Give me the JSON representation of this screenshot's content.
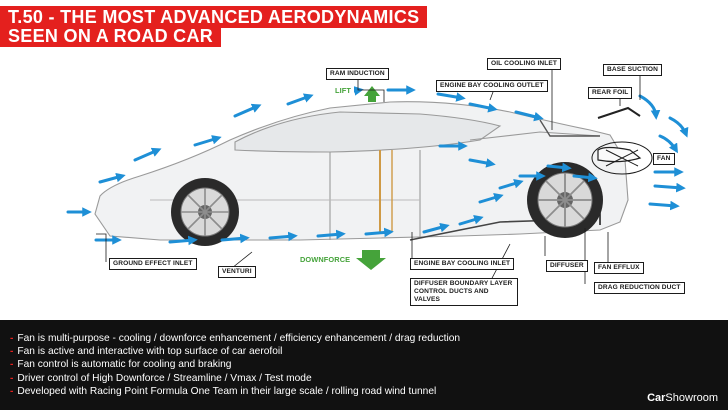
{
  "title": {
    "line1": "T.50 - THE MOST ADVANCED AERODYNAMICS",
    "line2": "SEEN ON A ROAD CAR"
  },
  "labels": {
    "ram_induction": "RAM INDUCTION",
    "lift": "LIFT",
    "oil_cooling_inlet": "OIL COOLING INLET",
    "engine_bay_cooling_outlet": "ENGINE BAY COOLING OUTLET",
    "base_suction": "BASE SUCTION",
    "rear_foil": "REAR FOIL",
    "fan": "FAN",
    "ground_effect_inlet": "GROUND EFFECT INLET",
    "venturi": "VENTURI",
    "downforce": "DOWNFORCE",
    "engine_bay_cooling_inlet": "ENGINE BAY COOLING INLET",
    "diffuser": "DIFFUSER",
    "fan_efflux": "FAN EFFLUX",
    "diffuser_boundary_layer": "DIFFUSER BOUNDARY LAYER CONTROL DUCTS AND VALVES",
    "drag_reduction_duct": "DRAG REDUCTION DUCT"
  },
  "bullets": [
    "Fan is multi-purpose - cooling / downforce enhancement / efficiency enhancement / drag reduction",
    "Fan is active and interactive with top surface of car aerofoil",
    "Fan control is automatic for cooling and braking",
    "Driver control of High Downforce / Streamline / Vmax / Test mode",
    "Developed with Racing Point Formula One Team in their large scale / rolling road wind tunnel"
  ],
  "bullet_marker": "-",
  "brand": {
    "part1": "Car",
    "part2": "Showroom"
  },
  "colors": {
    "accent_red": "#e4201e",
    "airflow_blue": "#1e8fd6",
    "lift_green": "#45a33a",
    "panel": "#111111",
    "label_border": "#1b1b1b"
  }
}
